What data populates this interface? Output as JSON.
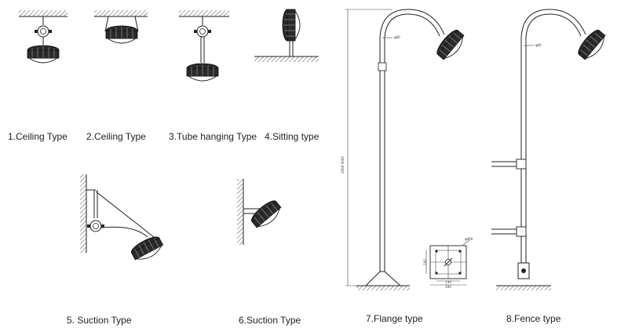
{
  "labels": {
    "ceiling_type_1": "1.Ceiling  Type",
    "ceiling_type_2": "2.Ceiling  Type",
    "tube_hanging_type": "3.Tube hanging Type",
    "sitting_type": "4.Sitting type",
    "suction_type_5": "5. Suction Type",
    "suction_type_6": "6.Suction Type",
    "flange_type": "7.Flange type",
    "fence_type": "8.Fence type"
  },
  "dimensions": {
    "pole_pipe_7": "φ60",
    "pole_pipe_8": "φ60",
    "pole_height_7": "2500-3000",
    "flange_plate": "φ400",
    "flange_side": "200",
    "flange_bottom_inner": "130",
    "flange_bottom_outer": "200"
  }
}
